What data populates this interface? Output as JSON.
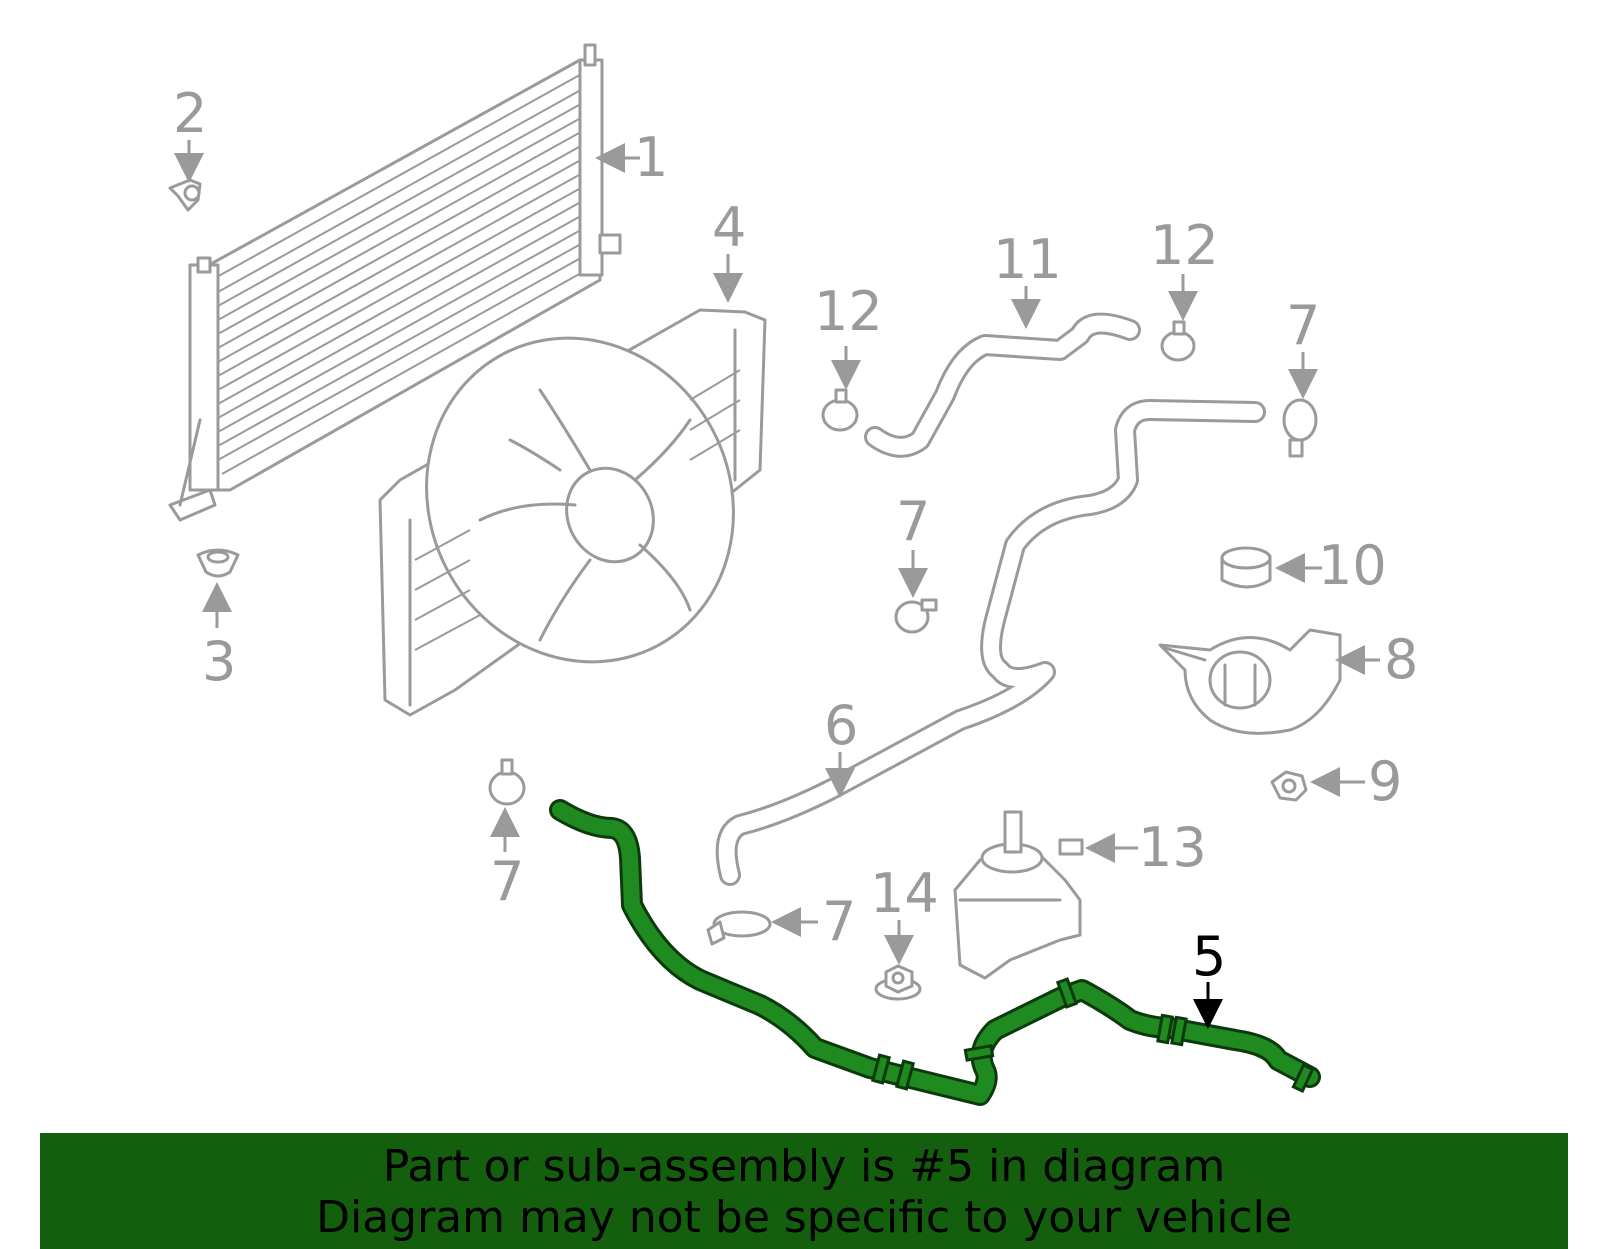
{
  "diagram": {
    "callouts": [
      "1",
      "2",
      "3",
      "4",
      "5",
      "6",
      "7",
      "8",
      "9",
      "10",
      "11",
      "12",
      "13",
      "14"
    ],
    "highlighted_part": "5",
    "colors": {
      "highlight_fill": "#1f8a1f",
      "highlight_outline": "#0c3a0c",
      "part_lines": "#9a9a9a",
      "banner": "#145f0e"
    }
  },
  "banner": {
    "line1": "Part or sub-assembly is #5 in diagram",
    "line2": "Diagram may not be specific to your vehicle"
  }
}
